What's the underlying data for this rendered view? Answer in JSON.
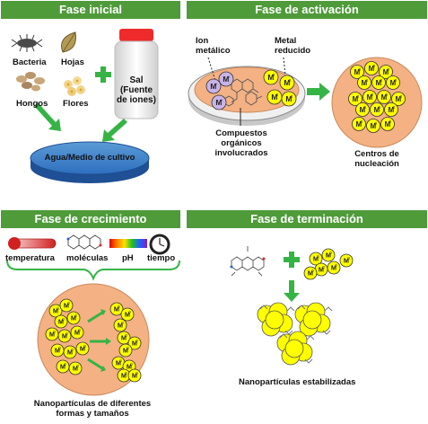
{
  "panels": {
    "initial": {
      "title": "Fase inicial",
      "labels": {
        "bacteria": "Bacteria",
        "hojas": "Hojas",
        "hongos": "Hongos",
        "flores": "Flores",
        "sal": "Sal\n(Fuente\nde iones)",
        "agua": "Agua/Medio de cultivo"
      }
    },
    "activation": {
      "title": "Fase de activación",
      "labels": {
        "ion": "Ion\nmetálico",
        "metal": "Metal\nreducido",
        "compuestos": "Compuestos\norgánicos\ninvolucrados",
        "centros": "Centros de\nnucleación"
      },
      "ion_symbol": "M",
      "ion_charge": "+",
      "metal_charge": "0"
    },
    "growth": {
      "title": "Fase de crecimiento",
      "labels": {
        "temperatura": "temperatura",
        "moleculas": "moléculas",
        "ph": "pH",
        "tiempo": "tiempo",
        "nanoparticulas": "Nanopartículas de diferentes\nformas y tamaños"
      }
    },
    "termination": {
      "title": "Fase de terminación",
      "labels": {
        "estabilizadas": "Nanopartículas estabilizadas"
      }
    }
  },
  "colors": {
    "header": "#4f9b3a",
    "arrow": "#35b445",
    "orange": "#f4b183",
    "yellow": "#ffff00",
    "ion_purple": "#c9b3e6",
    "water_blue": "#3a7fd0"
  }
}
